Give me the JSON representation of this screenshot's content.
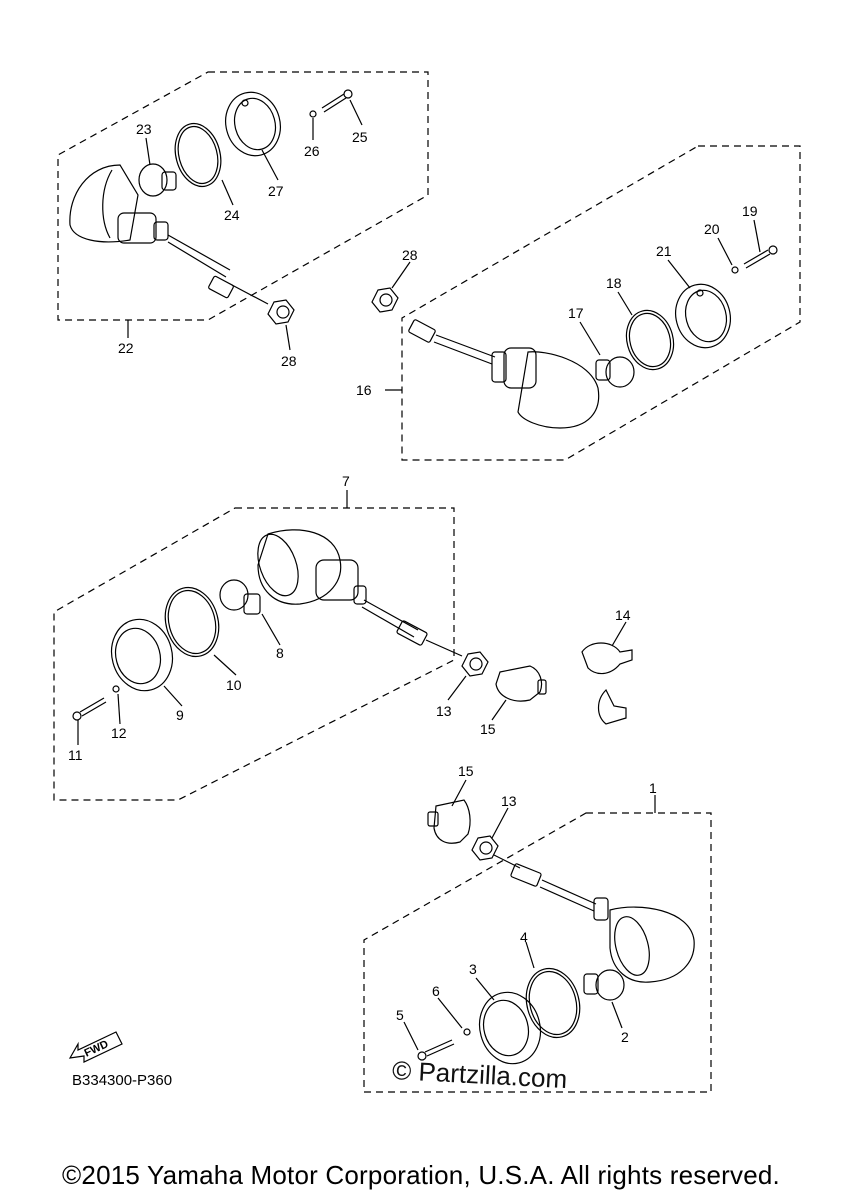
{
  "labels": {
    "l1": "1",
    "l2": "2",
    "l3": "3",
    "l4": "4",
    "l5": "5",
    "l6": "6",
    "l7": "7",
    "l8": "8",
    "l9": "9",
    "l10": "10",
    "l11": "11",
    "l12": "12",
    "l13a": "13",
    "l13b": "13",
    "l14": "14",
    "l15a": "15",
    "l15b": "15",
    "l16": "16",
    "l17": "17",
    "l18": "18",
    "l19": "19",
    "l20": "20",
    "l21": "21",
    "l22": "22",
    "l23": "23",
    "l24": "24",
    "l25": "25",
    "l26": "26",
    "l27": "27",
    "l28a": "28",
    "l28b": "28"
  },
  "fwd_label": "FWD",
  "diagram_code": "B334300-P360",
  "watermark": "© Partzilla.com",
  "copyright": "©2015 Yamaha Motor Corporation, U.S.A. All rights reserved.",
  "colors": {
    "line": "#000000",
    "background": "#ffffff"
  }
}
